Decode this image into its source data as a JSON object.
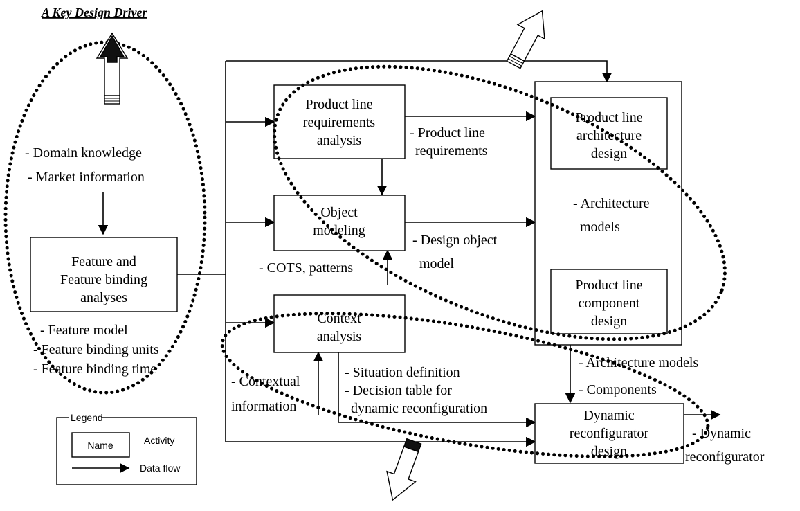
{
  "title": "A Key Design Driver",
  "activities": {
    "feature": [
      "Feature and",
      "Feature binding",
      "analyses"
    ],
    "plreq": [
      "Product line",
      "requirements",
      "analysis"
    ],
    "objmod": [
      "Object",
      "modeling"
    ],
    "context": [
      "Context",
      "analysis"
    ],
    "plarch": [
      "Product line",
      "architecture",
      "design"
    ],
    "plcomp": [
      "Product line",
      "component",
      "design"
    ],
    "dynrec": [
      "Dynamic",
      "reconfigurator",
      "design"
    ]
  },
  "data_flows": {
    "domain": [
      "- Domain knowledge",
      "- Market information"
    ],
    "feature_out": [
      "- Feature model",
      "- Feature binding units",
      "- Feature binding time"
    ],
    "plreq_out": [
      "- Product line",
      "requirements"
    ],
    "arch_models": [
      "- Architecture",
      "models"
    ],
    "design_obj": [
      "- Design object",
      "model"
    ],
    "cots": "- COTS, patterns",
    "situation": [
      "- Situation definition",
      "- Decision table for",
      "dynamic reconfiguration"
    ],
    "contextual": [
      "- Contextual",
      "information"
    ],
    "arch_comp": [
      "- Architecture models",
      "- Components"
    ],
    "dyn_out": [
      "- Dynamic",
      "reconfigurator"
    ]
  },
  "legend": {
    "title": "Legend",
    "name_box": "Name",
    "activity": "Activity",
    "data_flow": "Data flow"
  }
}
